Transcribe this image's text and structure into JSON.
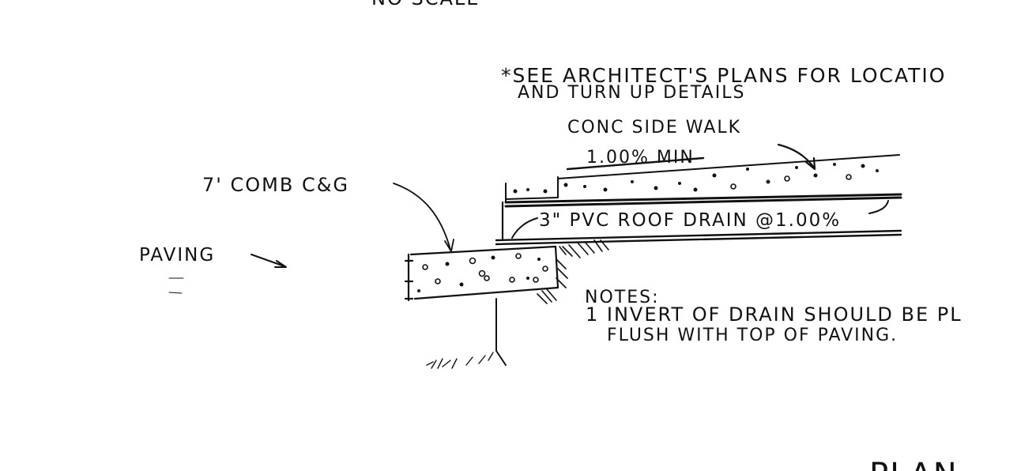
{
  "drawing": {
    "scale_note": "NO SCALE",
    "general_note_line1": "*SEE ARCHITECT'S PLANS FOR LOCATIO",
    "general_note_line2": "AND TURN UP DETAILS",
    "callouts": {
      "sidewalk": "CONC SIDE WALK",
      "slope": "1.00% MIN",
      "curb_gutter": "7' COMB C&G",
      "paving": "PAVING",
      "drain": "3\" PVC ROOF DRAIN @1.00%"
    },
    "notes": {
      "heading": "NOTES:",
      "item1_line1": "1 INVERT OF DRAIN SHOULD BE PL",
      "item1_line2": "FLUSH WITH TOP OF PAVING."
    },
    "bottom_title_fragment": "PLAN"
  }
}
